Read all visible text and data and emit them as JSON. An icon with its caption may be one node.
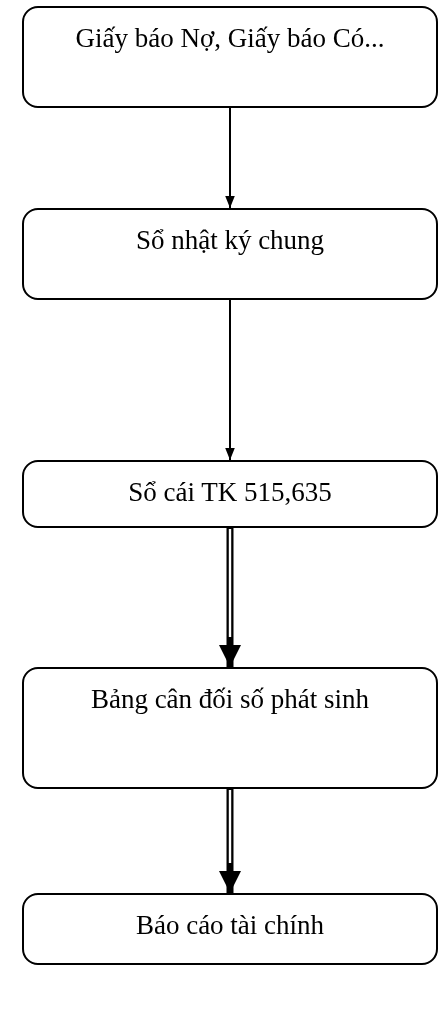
{
  "diagram": {
    "nodes": [
      {
        "text": [
          "Giấy báo Nợ, Giấy báo Có..."
        ]
      },
      {
        "text": [
          "Sổ nhật ký chung"
        ]
      },
      {
        "text": [
          "Sổ cái TK 515,635"
        ]
      },
      {
        "text": [
          "Bảng cân đối số phát sinh"
        ]
      },
      {
        "text": [
          "Báo cáo tài chính"
        ]
      }
    ],
    "edges": [
      {
        "from": 0,
        "to": 1,
        "arrow": "to"
      },
      {
        "from": 1,
        "to": 2,
        "arrow": "to"
      },
      {
        "from": 2,
        "to": 3,
        "arrow": "to",
        "style": "thick"
      },
      {
        "from": 3,
        "to": 4,
        "arrow": "to",
        "style": "thick"
      }
    ]
  }
}
